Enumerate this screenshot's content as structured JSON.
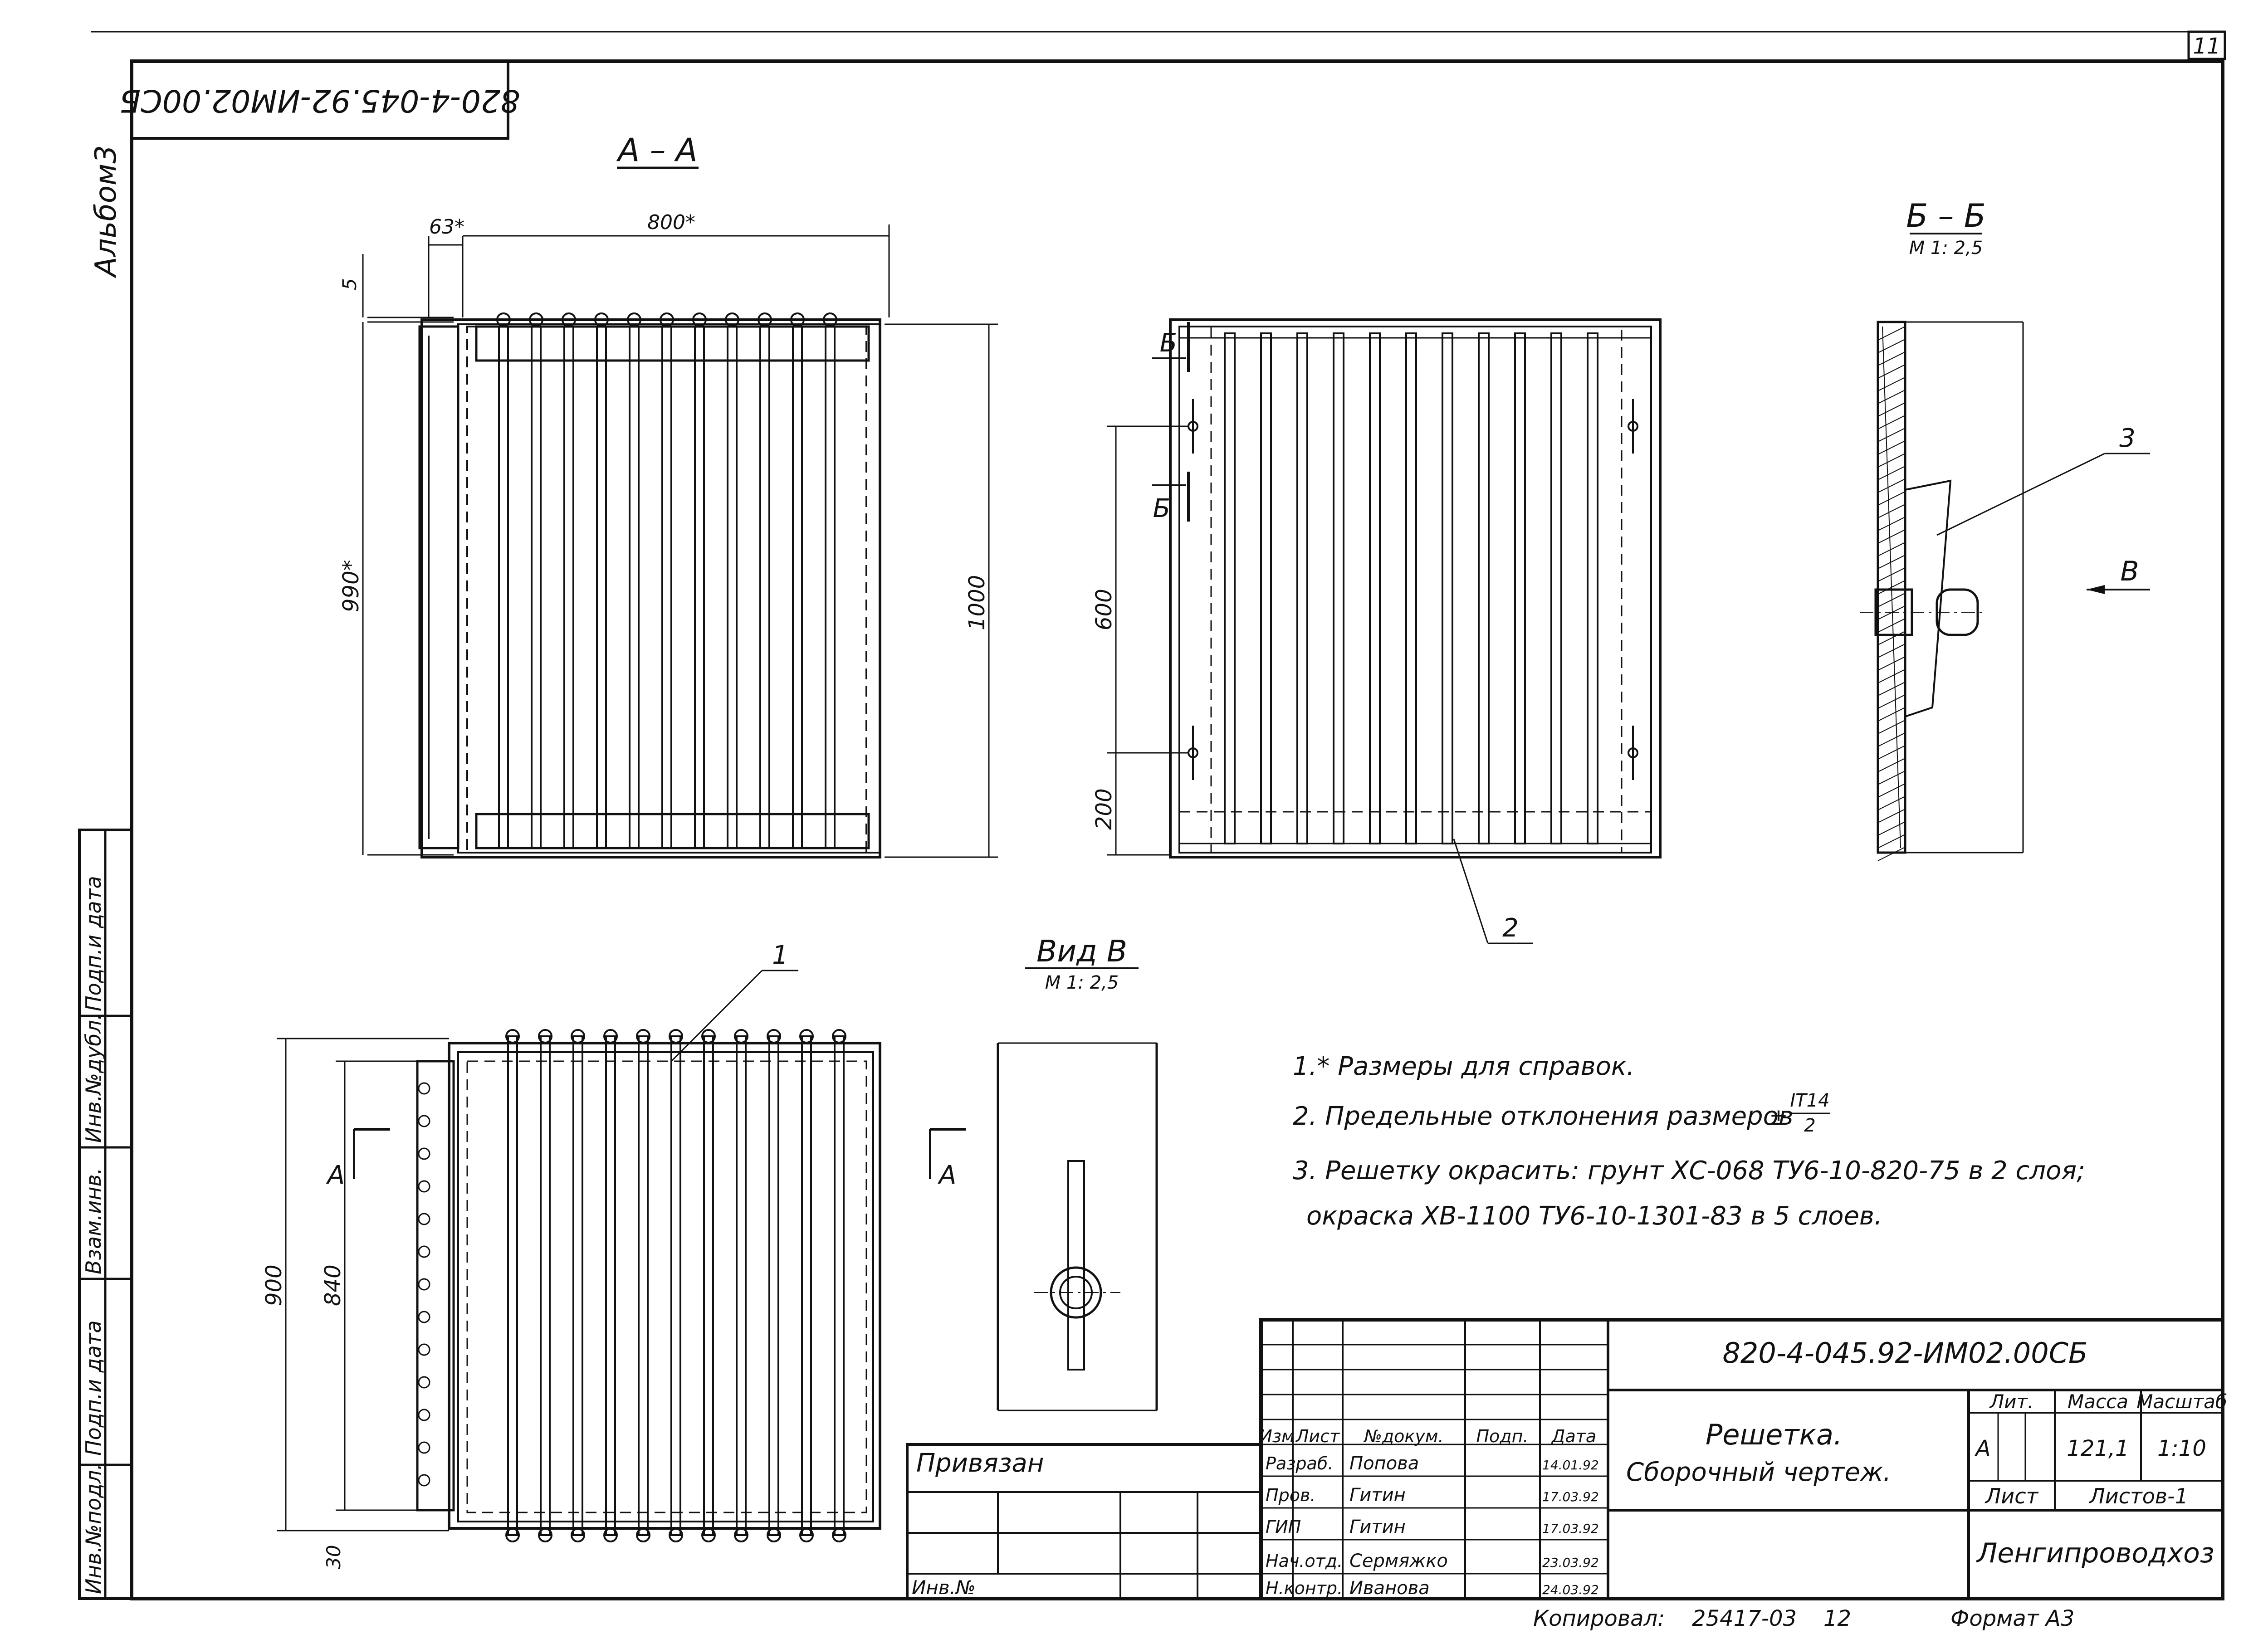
{
  "sheet": {
    "sheet_number": "11",
    "album": "Альбом3",
    "code_stamp": "820-4-045.92-ИМ02.00СБ"
  },
  "views": {
    "section_aa": "А – А",
    "section_bb": "Б – Б",
    "section_bb_scale": "М 1: 2,5",
    "view_v": "Вид В",
    "view_v_scale": "М 1: 2,5",
    "view_v_arrow": "В",
    "cut_label_b": "Б",
    "cut_label_a": "А"
  },
  "dimensions": {
    "d63": "63*",
    "d800": "800*",
    "d5": "5",
    "d990": "990*",
    "d1000": "1000",
    "d600": "600",
    "d200": "200",
    "d900": "900",
    "d840": "840",
    "d30": "30"
  },
  "callouts": [
    "1",
    "2",
    "3"
  ],
  "notes": [
    "1.* Размеры для справок.",
    "2. Предельные отклонения размеров",
    "3. Решетку окрасить: грунт ХС-068 ТУ6-10-820-75 в 2 слоя;",
    "окраска ХВ-1100 ТУ6-10-1301-83 в 5 слоев."
  ],
  "tolerance": {
    "numerator": "IT14",
    "denominator": "2",
    "sign": "±"
  },
  "side_stamp": [
    "Инв.№подл.",
    "Подп.и дата",
    "Взам.инв.",
    "Инв.№дубл.",
    "Подп.и дата"
  ],
  "title_block": {
    "designation": "820-4-045.92-ИМ02.00СБ",
    "title_line1": "Решетка.",
    "title_line2": "Сборочный чертеж.",
    "organization": "Ленгипроводхоз",
    "headers": [
      "Изм",
      "Лист",
      "№докум.",
      "Подп.",
      "Дата"
    ],
    "rows": [
      {
        "role": "Разраб.",
        "name": "Попова",
        "date": "14.01.92"
      },
      {
        "role": "Пров.",
        "name": "Гитин",
        "date": "17.03.92"
      },
      {
        "role": "ГИП",
        "name": "Гитин",
        "date": "17.03.92"
      },
      {
        "role": "Нач.отд.",
        "name": "Сермяжко",
        "date": "23.03.92"
      },
      {
        "role": "Н.контр.",
        "name": "Иванова",
        "date": "24.03.92"
      }
    ],
    "lit_label": "Лит.",
    "lit_value": "А",
    "mass_label": "Масса",
    "mass_value": "121,1",
    "scale_label": "Масштаб",
    "scale_value": "1:10",
    "sheet_label": "Лист",
    "sheets_label": "Листов-1",
    "privyazan": "Привязан",
    "inv_no": "Инв.№"
  },
  "footer": {
    "copied": "Копировал:",
    "order": "25417-03",
    "num": "12",
    "format": "Формат А3"
  }
}
